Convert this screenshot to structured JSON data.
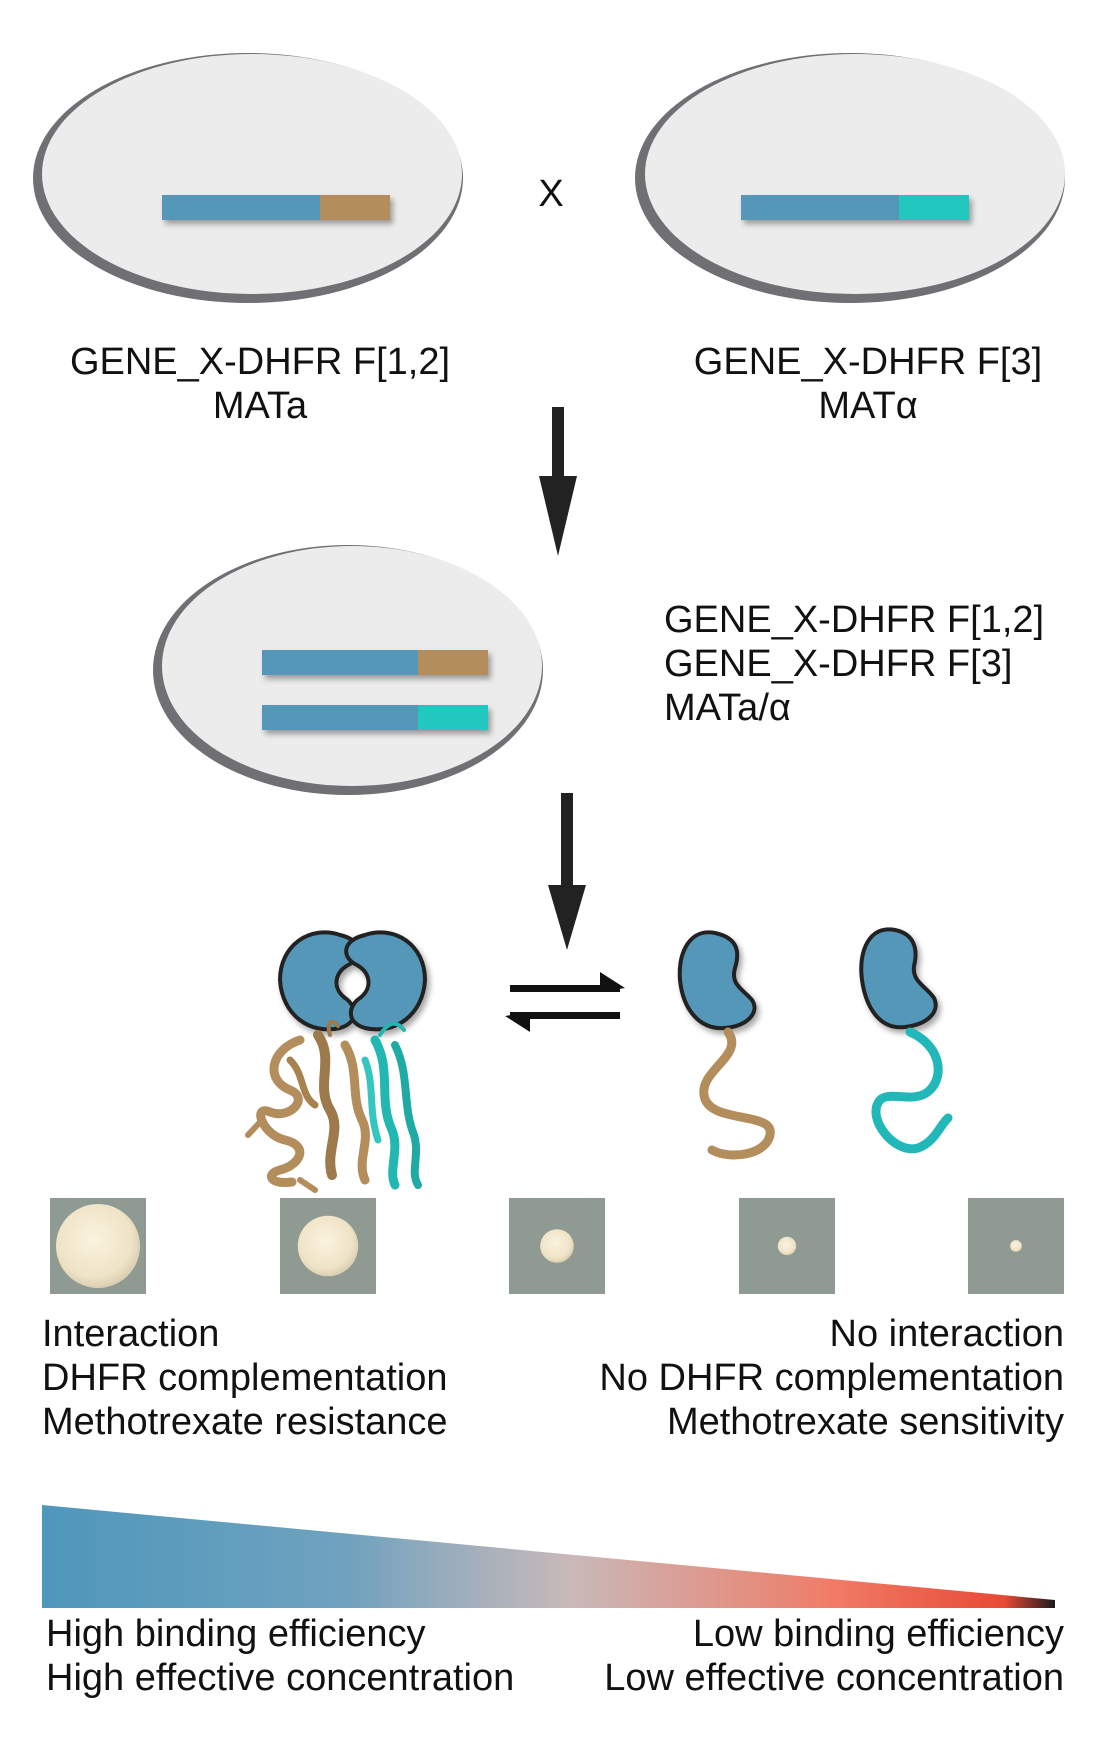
{
  "colors": {
    "cell_fill": "#ececec",
    "cell_border": "#6f6f74",
    "gene_blue": "#5597b8",
    "fragment_12": "#b38d5c",
    "fragment_3": "#22c7c0",
    "gradient_start": "#4f97bb",
    "gradient_mid": "#c7b8b8",
    "gradient_end": "#f25a42",
    "arrow": "#222222"
  },
  "haploid_left": {
    "line1": "GENE_X-DHFR F[1,2]",
    "line2": "MATa"
  },
  "cross_symbol": "X",
  "haploid_right": {
    "line1": "GENE_X-DHFR F[3]",
    "line2": "MATα"
  },
  "diploid": {
    "line1": "GENE_X-DHFR F[1,2]",
    "line2": "GENE_X-DHFR F[3]",
    "line3": "MATa/α"
  },
  "icons": {
    "equilibrium": "equilibrium-arrows-icon",
    "bound_dhfr": "reassembled-dhfr-icon",
    "free_fragment": "dhfr-fragment-icon",
    "colony": "yeast-colony-icon",
    "gradient": "efficiency-gradient-wedge"
  },
  "colony_sizes": [
    1.0,
    0.72,
    0.4,
    0.22,
    0.14
  ],
  "left_outcome": {
    "line1": "Interaction",
    "line2": "DHFR complementation",
    "line3": "Methotrexate resistance"
  },
  "right_outcome": {
    "line1": "No interaction",
    "line2": "No DHFR complementation",
    "line3": "Methotrexate sensitivity"
  },
  "gradient_left": {
    "line1": "High binding efficiency",
    "line2": "High effective concentration"
  },
  "gradient_right": {
    "line1": "Low binding efficiency",
    "line2": "Low effective concentration"
  }
}
